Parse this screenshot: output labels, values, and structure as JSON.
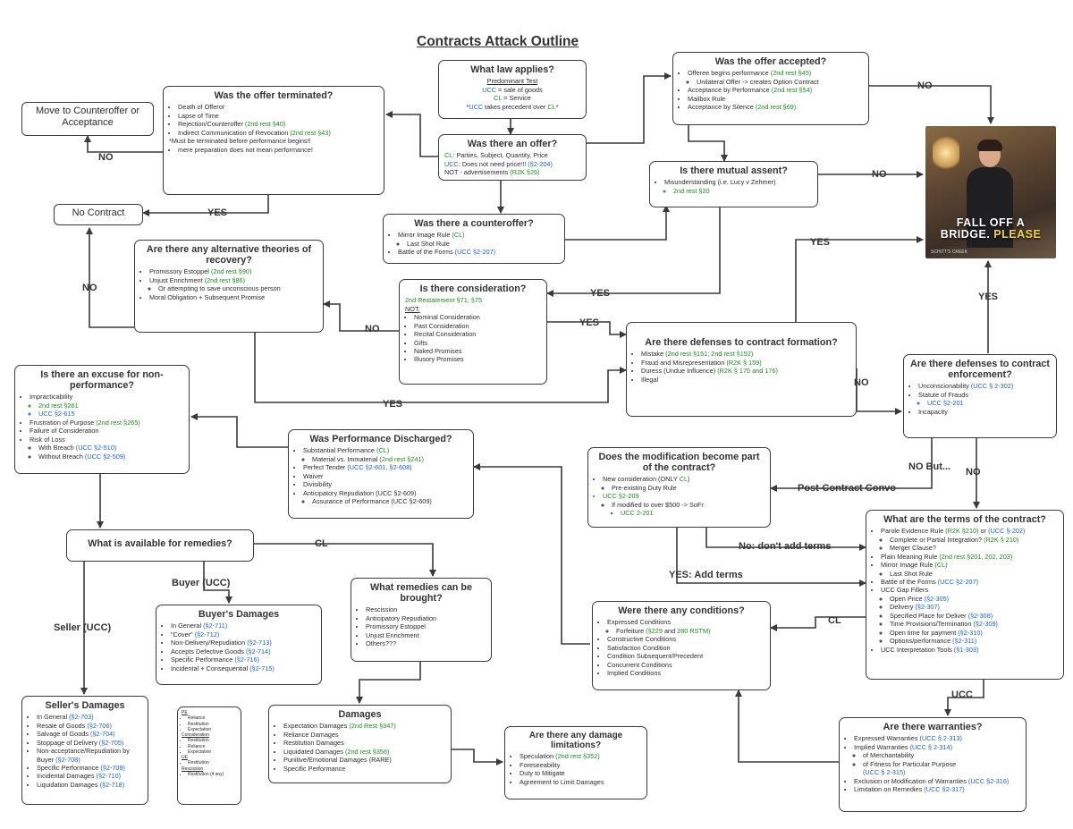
{
  "page_title": "Contracts Attack Outline",
  "colors": {
    "green": "#1d8a1d",
    "blue": "#1a5fd6",
    "border": "#3a3a3a"
  },
  "law": {
    "title": "What law applies?",
    "l1": "Predominant Test",
    "l2a": "UCC",
    "l2b": " = sale of goods",
    "l3a": "CL",
    "l3b": " = Service",
    "l4a": "*",
    "l4b": "UCC",
    "l4c": " takes precedent over ",
    "l4d": "CL",
    "l4e": "*"
  },
  "offer": {
    "title": "Was there an offer?",
    "l1a": "CL",
    "l1b": ": Parties, Subject, Quantity, Price",
    "l2a": "UCC",
    "l2b": ": Does not need price!!! ",
    "l2c": "(§2-204)",
    "l3a": "NOT - advertisements ",
    "l3b": "(R2K §26)"
  },
  "terminated": {
    "title": "Was the offer terminated?",
    "i1": "Death of Offeror",
    "i2": "Lapse of Time",
    "i3a": "Rejection/Counteroffer ",
    "i3b": "(2nd rest §40)",
    "i4a": "Indirect Communication of Revocation ",
    "i4b": "(2nd rest §43)",
    "note": "*Must be terminated before performance begins!!",
    "sub": "mere preparation does not mean performance!"
  },
  "counteroffer_result": "Move to Counteroffer or Acceptance",
  "no_contract": "No Contract",
  "accepted": {
    "title": "Was the offer accepted?",
    "i1a": "Offeree begins performance ",
    "i1b": "(2nd rest §45)",
    "i1s": "Unilateral Offer -> creates Option Contract",
    "i2a": "Acceptance by Performance ",
    "i2b": "(2nd rest §54)",
    "i3": "Mailbox Rule",
    "i4a": "Acceptance by Silence ",
    "i4b": "(2nd rest §69)"
  },
  "assent": {
    "title": "Is there mutual assent?",
    "i1": "Misunderstanding (i.e. Lucy v Zehmer)",
    "i1s": "2nd rest §20"
  },
  "counteroffer": {
    "title": "Was there a counteroffer?",
    "i1a": "Mirror Image Rule ",
    "i1b": "(CL)",
    "i1s": "Last Shot Rule",
    "i2a": "Battle of the Forms ",
    "i2b": "(UCC §2-207)"
  },
  "meme": {
    "cap1": "FALL OFF A",
    "cap2": "BRIDGE.",
    "cap3": "PLEASE",
    "tag": "SCHITT'S CREEK"
  },
  "alt": {
    "title": "Are there any alternative theories of recovery?",
    "i1a": "Promissory Estoppel ",
    "i1b": "(2nd rest §90)",
    "i2a": "Unjust Enrichment ",
    "i2b": "(2nd rest §86)",
    "i2s": "Or attempting to save unconscious person",
    "i3": "Moral Obligation + Subsequent Promise"
  },
  "consideration": {
    "title": "Is there consideration?",
    "l1": "2nd Restatement §71; §75",
    "l2": "NOT:",
    "i1": "Nominal Consideration",
    "i2": "Past Consideration",
    "i3": "Recital Consideration",
    "i4": "Gifts",
    "i5": "Naked Promises",
    "i6": "Illusory Promises"
  },
  "formation": {
    "title": "Are there defenses to contract formation?",
    "i1a": "Mistake ",
    "i1b": "(2nd rest §151; 2nd rest §152)",
    "i2a": "Fraud and Misrepresentation ",
    "i2b": "(R2K § 159)",
    "i3a": "Duress (Undue Influence) ",
    "i3b": "(R2K § 175 and 176)",
    "i4": "Illegal"
  },
  "enforcement": {
    "title": "Are there defenses to contract enforcement?",
    "i1a": "Unconscionability ",
    "i1b": "(UCC § 2-302)",
    "i2": "Statute of Frauds",
    "i2s": "UCC §2-201",
    "i3": "Incapacity"
  },
  "excuse": {
    "title": "Is there an excuse for non-performance?",
    "i1": "Impracticability",
    "i1s1": "2nd rest §261",
    "i1s2": "UCC §2-615",
    "i2a": "Frustration of Purpose ",
    "i2b": "(2nd rest §265)",
    "i3": "Failure of Consideration",
    "i4": "Risk of Loss",
    "i4s1a": "With Breach ",
    "i4s1b": "(UCC §2-510)",
    "i4s2a": "Without Breach ",
    "i4s2b": "(UCC §2-509)"
  },
  "discharged": {
    "title": "Was Performance Discharged?",
    "i1a": "Substantial Performance ",
    "i1b": "(CL)",
    "i1sa": "Material vs. Immaterial ",
    "i1sb": "(2nd rest §241)",
    "i2a": "Perfect Tender ",
    "i2b": "(UCC §2-601, §2-608)",
    "i3": "Waiver",
    "i4": "Divisibility",
    "i5": "Anticipatory Repudiation (UCC §2-609)",
    "i5s": "Assurance of Performance (UCC §2-609)"
  },
  "modification": {
    "title": "Does the modification become part of the contract?",
    "i1a": "New consideration (ONLY ",
    "i1b": "CL",
    "i1c": ")",
    "i1s": "Pre-existing Duty Rule",
    "i2": "UCC §2-209",
    "i2s": "If modified to over $500 -> SoFr",
    "i2ss": "UCC 2-201"
  },
  "terms": {
    "title": "What are the terms of the contract?",
    "i1a": "Parole Evidence Rule ",
    "i1b": "(R2K §210)",
    "i1c": " or ",
    "i1d": "(UCC §-202)",
    "i1s1a": "Complete or Partial Integration? ",
    "i1s1b": "(R2K § 210)",
    "i1s2": "Merger Clause?",
    "i2a": "Plain Meaning Rule ",
    "i2b": "(2nd rest §201, 202, 203)",
    "i3a": "Mirror Image Rule ",
    "i3b": "(CL)",
    "i3s": "Last Shot Rule",
    "i4a": "Battle of the Forms ",
    "i4b": "(UCC §2-207)",
    "i5": "UCC Gap Fillers",
    "g1a": "Open Price ",
    "g1b": "(§2-305)",
    "g2a": "Delivery ",
    "g2b": "(§2-307)",
    "g3a": "Specified Place for Deliver ",
    "g3b": "(§2-308)",
    "g4a": "Time Provisions/Termination ",
    "g4b": "(§2-309)",
    "g5a": "Open time for payment ",
    "g5b": "(§2-310)",
    "g6a": "Options/performance ",
    "g6b": "(§2-311)",
    "i6a": "UCC Interpretation Tools ",
    "i6b": "(§1-303)"
  },
  "remedies": {
    "title": "What is available for remedies?"
  },
  "buyer": {
    "title": "Buyer's Damages",
    "i1a": "In General ",
    "i1b": "(§2-711)",
    "i2a": "\"Cover\" ",
    "i2b": "(§2-712)",
    "i3a": "Non-Delivery/Repudiation ",
    "i3b": "(§2-713)",
    "i4a": "Accepts Defective Goods ",
    "i4b": "(§2-714)",
    "i5a": "Specific Performance ",
    "i5b": "(§2-716)",
    "i6a": "Incidental + Consequential ",
    "i6b": "(§2-715)"
  },
  "seller": {
    "title": "Seller's Damages",
    "i1a": "In General ",
    "i1b": "(§2-703)",
    "i2a": "Resale of Goods ",
    "i2b": "(§2-706)",
    "i3a": "Salvage of Goods ",
    "i3b": "(§2-704)",
    "i4a": "Stoppage of Delivery ",
    "i4b": "(§2-705)",
    "i5a": "Non-acceptance/Repudiation by Buyer ",
    "i5b": "(§2-708)",
    "i6a": "Specific Performance ",
    "i6b": "(§2-709)",
    "i7a": "Incidental Damages ",
    "i7b": "(§2-710)",
    "i8a": "Liquidation Damages ",
    "i8b": "(§2-718)"
  },
  "brought": {
    "title": "What remedies can be brought?",
    "i1": "Rescission",
    "i2": "Anticipatory Repudiation",
    "i3": "Promissory Estoppel",
    "i4": "Unjust Enrichment",
    "i5": "Others???"
  },
  "key": {
    "h1": "PE",
    "h1i1": "Reliance",
    "h1i2": "Restitution",
    "h1i3": "Expectation",
    "h2": "Consideration",
    "h2i1": "Restitution",
    "h2i2": "Reliance",
    "h2i3": "Expectation",
    "h3": "UE",
    "h3i1": "Restitution",
    "h4": "Rescission",
    "h4i1": "Restitution (if any)"
  },
  "damages": {
    "title": "Damages",
    "i1a": "Expectation Damages ",
    "i1b": "(2nd Rest §347)",
    "i2": "Reliance Damages",
    "i3": "Restitution Damages",
    "i4a": "Liquidated Damages ",
    "i4b": "(2nd rest §356)",
    "i5": "Punitive/Emotional Damages (RARE)",
    "i6": "Specific Performance"
  },
  "limitations": {
    "title": "Are there any damage limitations?",
    "i1a": "Speculation ",
    "i1b": "(2nd rest §352)",
    "i2": "Foreseeability",
    "i3": "Duty to Mitigate",
    "i4": "Agreement to Limit Damages"
  },
  "conditions": {
    "title": "Were there any conditions?",
    "i1": "Expressed Conditions",
    "i1sa": "Forfeiture ",
    "i1sb": "(§229",
    "i1sc": " and ",
    "i1sd": "280 RSTM)",
    "i2": "Constructive Conditions",
    "i3": "Satisfaction Condition",
    "i4": "Condition Subsequent/Precedent",
    "i5": "Concurrent Conditions",
    "i6": "Implied Conditions"
  },
  "warranties": {
    "title": "Are there warranties?",
    "i1a": "Expressed Warranties ",
    "i1b": "(UCC § 2-313)",
    "i2a": "Implied Warranties ",
    "i2b": "(UCC § 2-314)",
    "i2s1": "of Merchantability",
    "i2s2": "of Fitness for Particular Purpose",
    "i2s2b": "(UCC § 2-315)",
    "i3a": "Exclusion or Modification of Warranties ",
    "i3b": "(UCC §2-316)",
    "i4a": "Limitation on Remedies ",
    "i4b": "(UCC §2-317)"
  },
  "labels": {
    "no1": "NO",
    "yes1": "YES",
    "no2": "NO",
    "no3": "NO",
    "yes2": "YES",
    "no4": "NO",
    "yes3": "YES",
    "yes4": "YES",
    "yes5": "YES",
    "no5": "NO",
    "yes6": "YES",
    "nobut": "NO But...",
    "no6": "NO",
    "pcc": "Post-Contract Convo",
    "nodont": "No: don't add terms",
    "yesadd": "YES: Add terms",
    "cl1": "CL",
    "cl2": "CL",
    "ucc": "UCC",
    "buyer": "Buyer (UCC)",
    "seller": "Seller (UCC)"
  }
}
